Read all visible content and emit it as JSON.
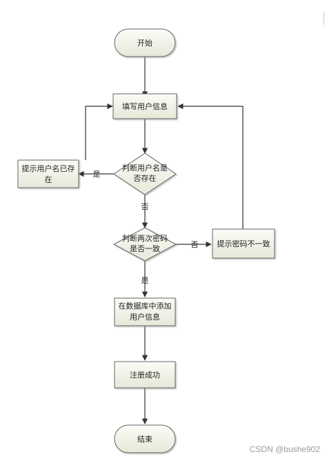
{
  "diagram": {
    "nodes": {
      "start": "开始",
      "fill_info": "填写用户信息",
      "check_exists_1": "判断用户名是",
      "check_exists_2": "否存在",
      "user_exists_1": "提示用户名已存",
      "user_exists_2": "在",
      "check_pw_1": "判断两次密码",
      "check_pw_2": "是否一致",
      "pw_mismatch": "提示密码不一致",
      "add_user_1": "在数据库中添加",
      "add_user_2": "用户信息",
      "register_ok": "注册成功",
      "end": "结束"
    },
    "edge_labels": {
      "exists_yes": "是",
      "exists_no": "否",
      "pw_no": "否",
      "pw_yes": "是"
    }
  },
  "watermark": "CSDN @bushe902"
}
